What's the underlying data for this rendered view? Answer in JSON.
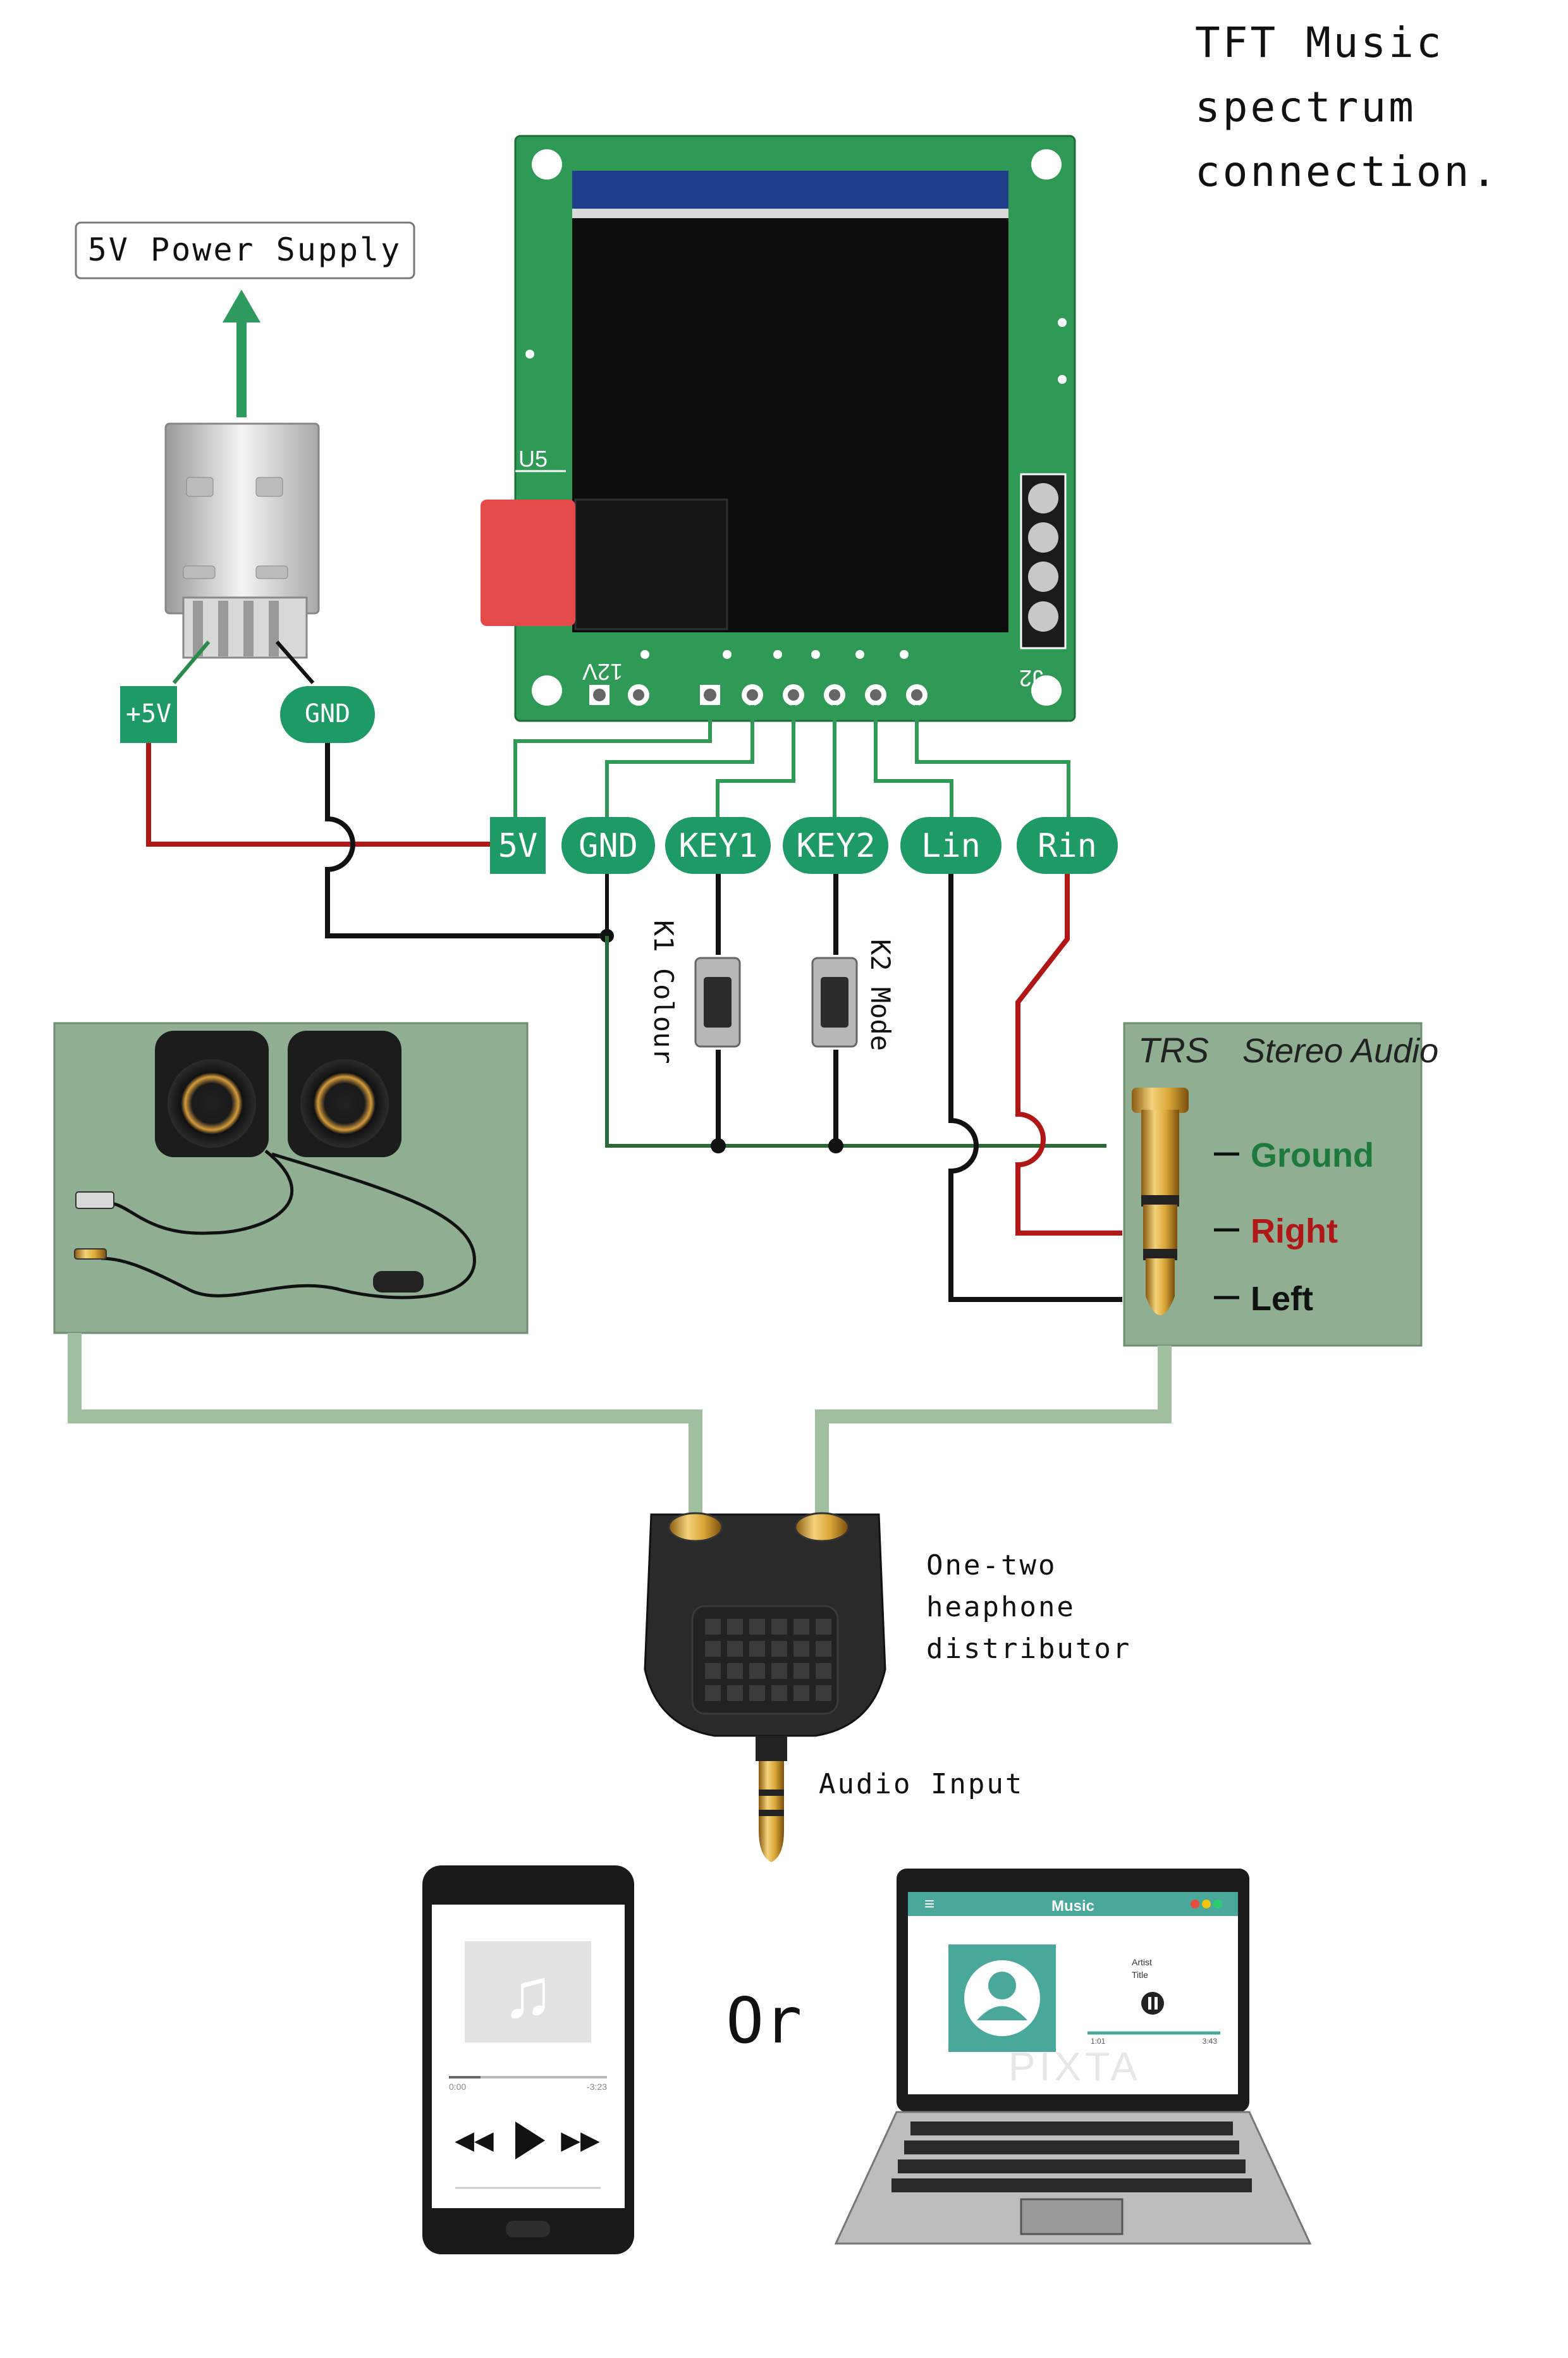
{
  "title": [
    "TFT Music",
    "spectrum",
    "connection."
  ],
  "power_supply_label": "5V Power Supply",
  "usb_pins": {
    "plus5v": "+5V",
    "gnd": "GND"
  },
  "board": {
    "u5": "U5",
    "v12": "12V",
    "j2": "J2"
  },
  "pin_labels": [
    "5V",
    "GND",
    "KEY1",
    "KEY2",
    "Lin",
    "Rin"
  ],
  "buttons": {
    "k1": "K1 Colour",
    "k2": "K2 Mode"
  },
  "trs": {
    "title_left": "TRS",
    "title_right": "Stereo Audio",
    "ground": "Ground",
    "right": "Right",
    "left": "Left"
  },
  "distributor": [
    "One-two",
    "heaphone",
    "distributor"
  ],
  "audio_input": "Audio Input",
  "or_label": "Or",
  "laptop": {
    "app_title": "Music",
    "artist": "Artist",
    "song": "Title",
    "time_start": "1:01",
    "time_end": "3:43"
  },
  "phone": {
    "time_start": "0:00",
    "time_end": "-3:23"
  },
  "watermark": "PIXTA",
  "colors": {
    "board": "#2f9a55",
    "pin_tag": "#1e9a66",
    "wire_red": "#b01818",
    "wire_black": "#111111",
    "wire_green": "#2a8a4a",
    "panel": "#8fae92",
    "audio_cable": "#9fbf9f"
  }
}
